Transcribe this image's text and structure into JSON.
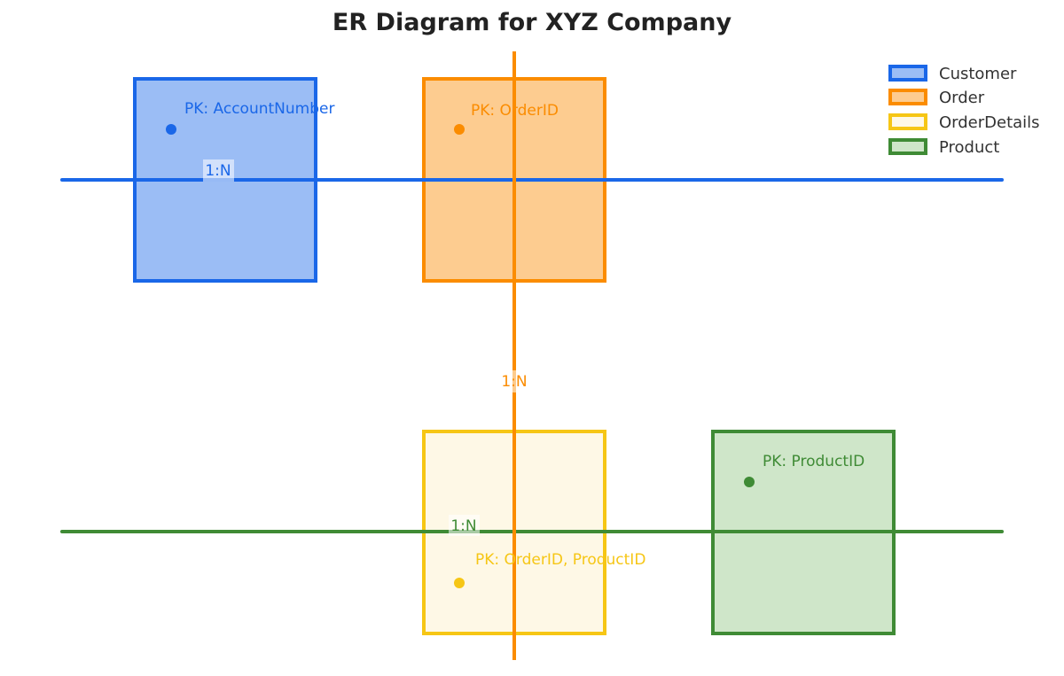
{
  "title": "ER Diagram for XYZ Company",
  "entities": [
    {
      "name": "Customer",
      "pk": "PK: AccountNumber",
      "stroke": "#1a67e8",
      "fill": "#9bbdf5"
    },
    {
      "name": "Order",
      "pk": "PK: OrderID",
      "stroke": "#fb8c00",
      "fill": "#fdcc90"
    },
    {
      "name": "OrderDetails",
      "pk": "PK: OrderID, ProductID",
      "stroke": "#f6c615",
      "fill": "#fef8e6"
    },
    {
      "name": "Product",
      "pk": "PK: ProductID",
      "stroke": "#3f8b35",
      "fill": "#cfe6c9"
    }
  ],
  "relationships": [
    {
      "label": "1:N",
      "color": "#1a67e8"
    },
    {
      "label": "1:N",
      "color": "#fb8c00"
    },
    {
      "label": "1:N",
      "color": "#3f8b35"
    }
  ],
  "legend": [
    "Customer",
    "Order",
    "OrderDetails",
    "Product"
  ]
}
